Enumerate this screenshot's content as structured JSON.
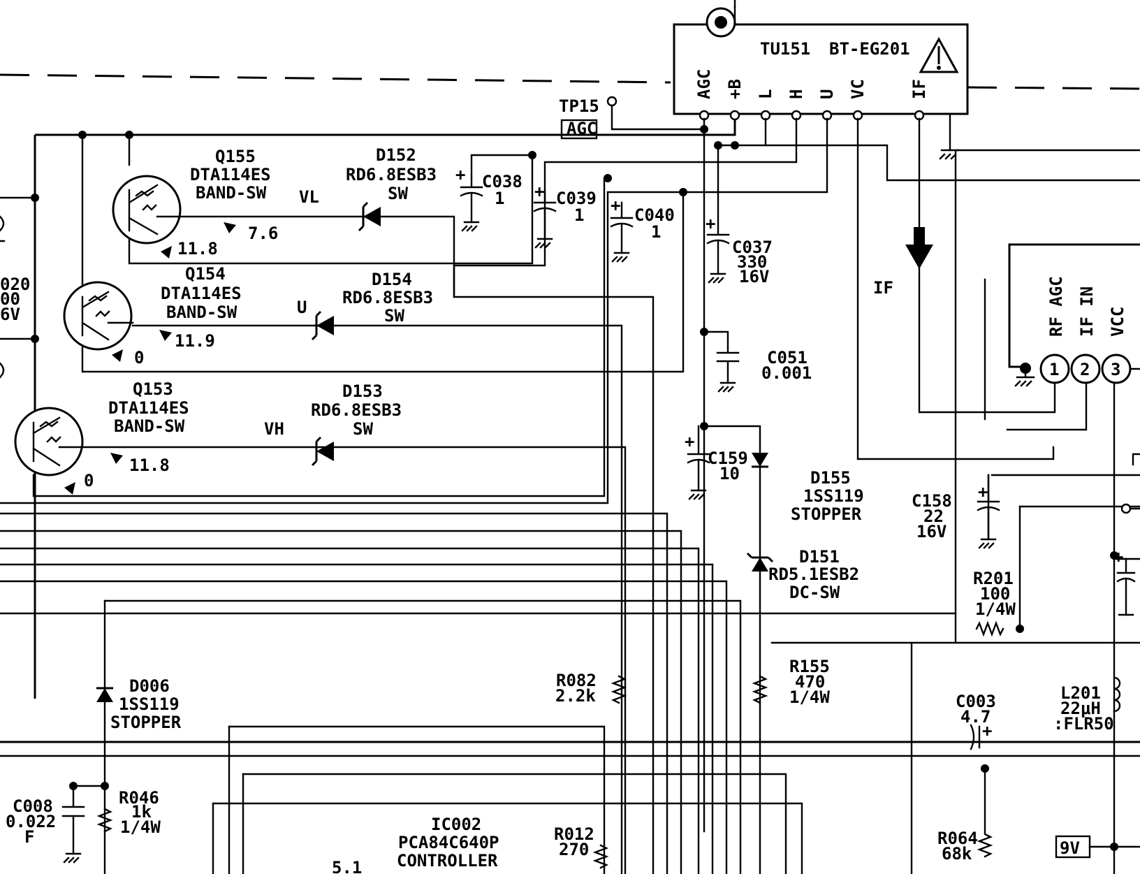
{
  "tuner": {
    "ref": "TU151",
    "part": "BT-EG201",
    "pins": [
      "AGC",
      "+B",
      "L",
      "H",
      "U",
      "VC",
      "IF"
    ]
  },
  "testpoint": {
    "ref": "TP15",
    "label": "AGC"
  },
  "transistors": [
    {
      "ref": "Q155",
      "part": "DTA114ES",
      "func": "BAND-SW",
      "v1": "7.6",
      "v2": "11.8"
    },
    {
      "ref": "Q154",
      "part": "DTA114ES",
      "func": "BAND-SW",
      "v1": "11.9",
      "v2": "0"
    },
    {
      "ref": "Q153",
      "part": "DTA114ES",
      "func": "BAND-SW",
      "v1": "11.8",
      "v2": "0"
    }
  ],
  "band_labels": {
    "vl": "VL",
    "u": "U",
    "vh": "VH"
  },
  "diodes": {
    "d152": {
      "ref": "D152",
      "part": "RD6.8ESB3",
      "func": "SW"
    },
    "d154": {
      "ref": "D154",
      "part": "RD6.8ESB3",
      "func": "SW"
    },
    "d153": {
      "ref": "D153",
      "part": "RD6.8ESB3",
      "func": "SW"
    },
    "d155": {
      "ref": "D155",
      "part": "1SS119",
      "func": "STOPPER"
    },
    "d151": {
      "ref": "D151",
      "part": "RD5.1ESB2",
      "func": "DC-SW"
    },
    "d006": {
      "ref": "D006",
      "part": "1SS119",
      "func": "STOPPER"
    }
  },
  "capacitors": {
    "c038": {
      "ref": "C038",
      "val": "1"
    },
    "c039": {
      "ref": "C039",
      "val": "1"
    },
    "c040": {
      "ref": "C040",
      "val": "1"
    },
    "c037": {
      "ref": "C037",
      "val": "330",
      "volt": "16V"
    },
    "c051": {
      "ref": "C051",
      "val": "0.001"
    },
    "c159": {
      "ref": "C159",
      "val": "10"
    },
    "c158": {
      "ref": "C158",
      "val": "22",
      "volt": "16V"
    },
    "c003": {
      "ref": "C003",
      "val": "4.7"
    },
    "c008": {
      "ref": "C008",
      "val": "0.022",
      "unit": "F"
    },
    "c020": {
      "ref": "020",
      "val": "00",
      "volt": "6V"
    }
  },
  "resistors": {
    "r201": {
      "ref": "R201",
      "val": "100",
      "watt": "1/4W"
    },
    "r155": {
      "ref": "R155",
      "val": "470",
      "watt": "1/4W"
    },
    "r082": {
      "ref": "R082",
      "val": "2.2k"
    },
    "r046": {
      "ref": "R046",
      "val": "1k",
      "watt": "1/4W"
    },
    "r012": {
      "ref": "R012",
      "val": "270"
    },
    "r064": {
      "ref": "R064",
      "val": "68k"
    }
  },
  "inductor": {
    "ref": "L201",
    "val": "22μH",
    "part": ":FLR50"
  },
  "ic002": {
    "ref": "IC002",
    "part": "PCA84C640P",
    "func": "CONTROLLER"
  },
  "if_module": {
    "pins": [
      "RF AGC",
      "IF IN",
      "VCC"
    ],
    "nums": [
      "1",
      "2",
      "3"
    ]
  },
  "if_label": "IF",
  "supply_tag": "9V",
  "misc_voltage": "5.1"
}
